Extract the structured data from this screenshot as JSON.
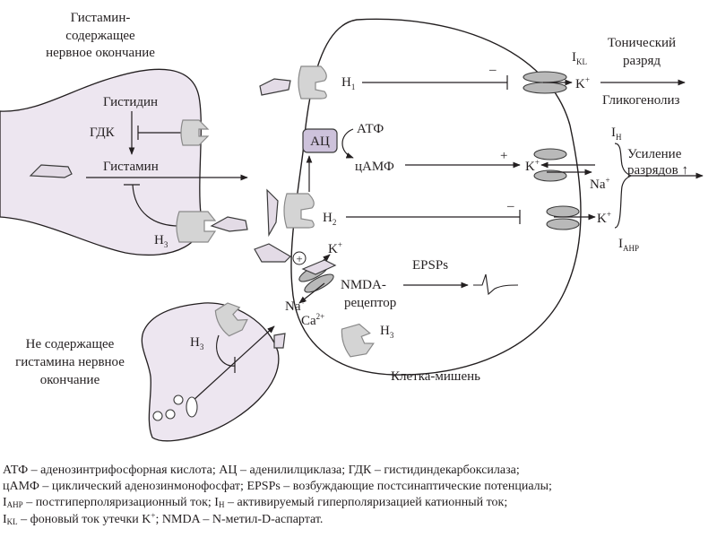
{
  "diagram": {
    "labels": {
      "histamine_terminal_1": "Гистамин-",
      "histamine_terminal_2": "содержащее",
      "histamine_terminal_3": "нервное окончание",
      "histidine": "Гистидин",
      "gdk": "ГДК",
      "histamine": "Гистамин",
      "h3_presyn": "H",
      "h3_presyn_sub": "3",
      "h1": "H",
      "h1_sub": "1",
      "h2": "H",
      "h2_sub": "2",
      "h3_target": "H",
      "h3_target_sub": "3",
      "h3_nonhist": "H",
      "h3_nonhist_sub": "3",
      "atf": "АТФ",
      "ac": "АЦ",
      "camp": "цАМФ",
      "plus_camp": "+",
      "minus_h1": "–",
      "minus_h2": "–",
      "plus_circle": "+",
      "k_top": "K",
      "k_top_sup": "+",
      "k_ih": "K",
      "k_ih_sup": "+",
      "na_ih": "Na",
      "na_ih_sup": "+",
      "k_iahp": "K",
      "k_iahp_sup": "+",
      "k_nmda": "K",
      "k_nmda_sup": "+",
      "na_nmda": "Na",
      "na_nmda_sup": "+",
      "ca_nmda": "Ca",
      "ca_nmda_sup": "2+",
      "i_kl": "I",
      "i_kl_sub": "KL",
      "i_h": "I",
      "i_h_sub": "H",
      "i_ahp": "I",
      "i_ahp_sub": "AHP",
      "tonic_1": "Тонический",
      "tonic_2": "разряд",
      "glycogenolysis": "Гликогенолиз",
      "enhance_1": "Усиление",
      "enhance_2": "разрядов ↑",
      "nmda_1": "NMDA-",
      "nmda_2": "рецептор",
      "epsps": "EPSPs",
      "nonhist_1": "Не содержащее",
      "nonhist_2": "гистамина нервное",
      "nonhist_3": "окончание",
      "target_cell": "Клетка-мишень"
    },
    "colors": {
      "terminal_fill": "#ede6f0",
      "receptor_fill": "#d4d4d4",
      "ac_fill": "#cdc2db",
      "channel_fill": "#b9b9b9",
      "line": "#231f20"
    }
  },
  "legend": {
    "l1": "АТФ – аденозинтрифосфорная кислота; АЦ – аденилилциклаза; ГДК – гистидиндекарбоксилаза;",
    "l2": "цАМФ – циклический аденозинмонофосфат; EPSPs – возбуждающие постсинаптические потенциалы;",
    "l3a": "I",
    "l3a_sub": "AHP",
    "l3b": " – постгиперполяризационный ток; I",
    "l3b_sub": "H",
    "l3c": " – активируемый гиперполяризацией катионный ток;",
    "l4a": "I",
    "l4a_sub": "KL",
    "l4b": " – фоновый ток утечки K",
    "l4b_sup": "+",
    "l4c": "; NMDA – N-метил-D-аспартат."
  }
}
